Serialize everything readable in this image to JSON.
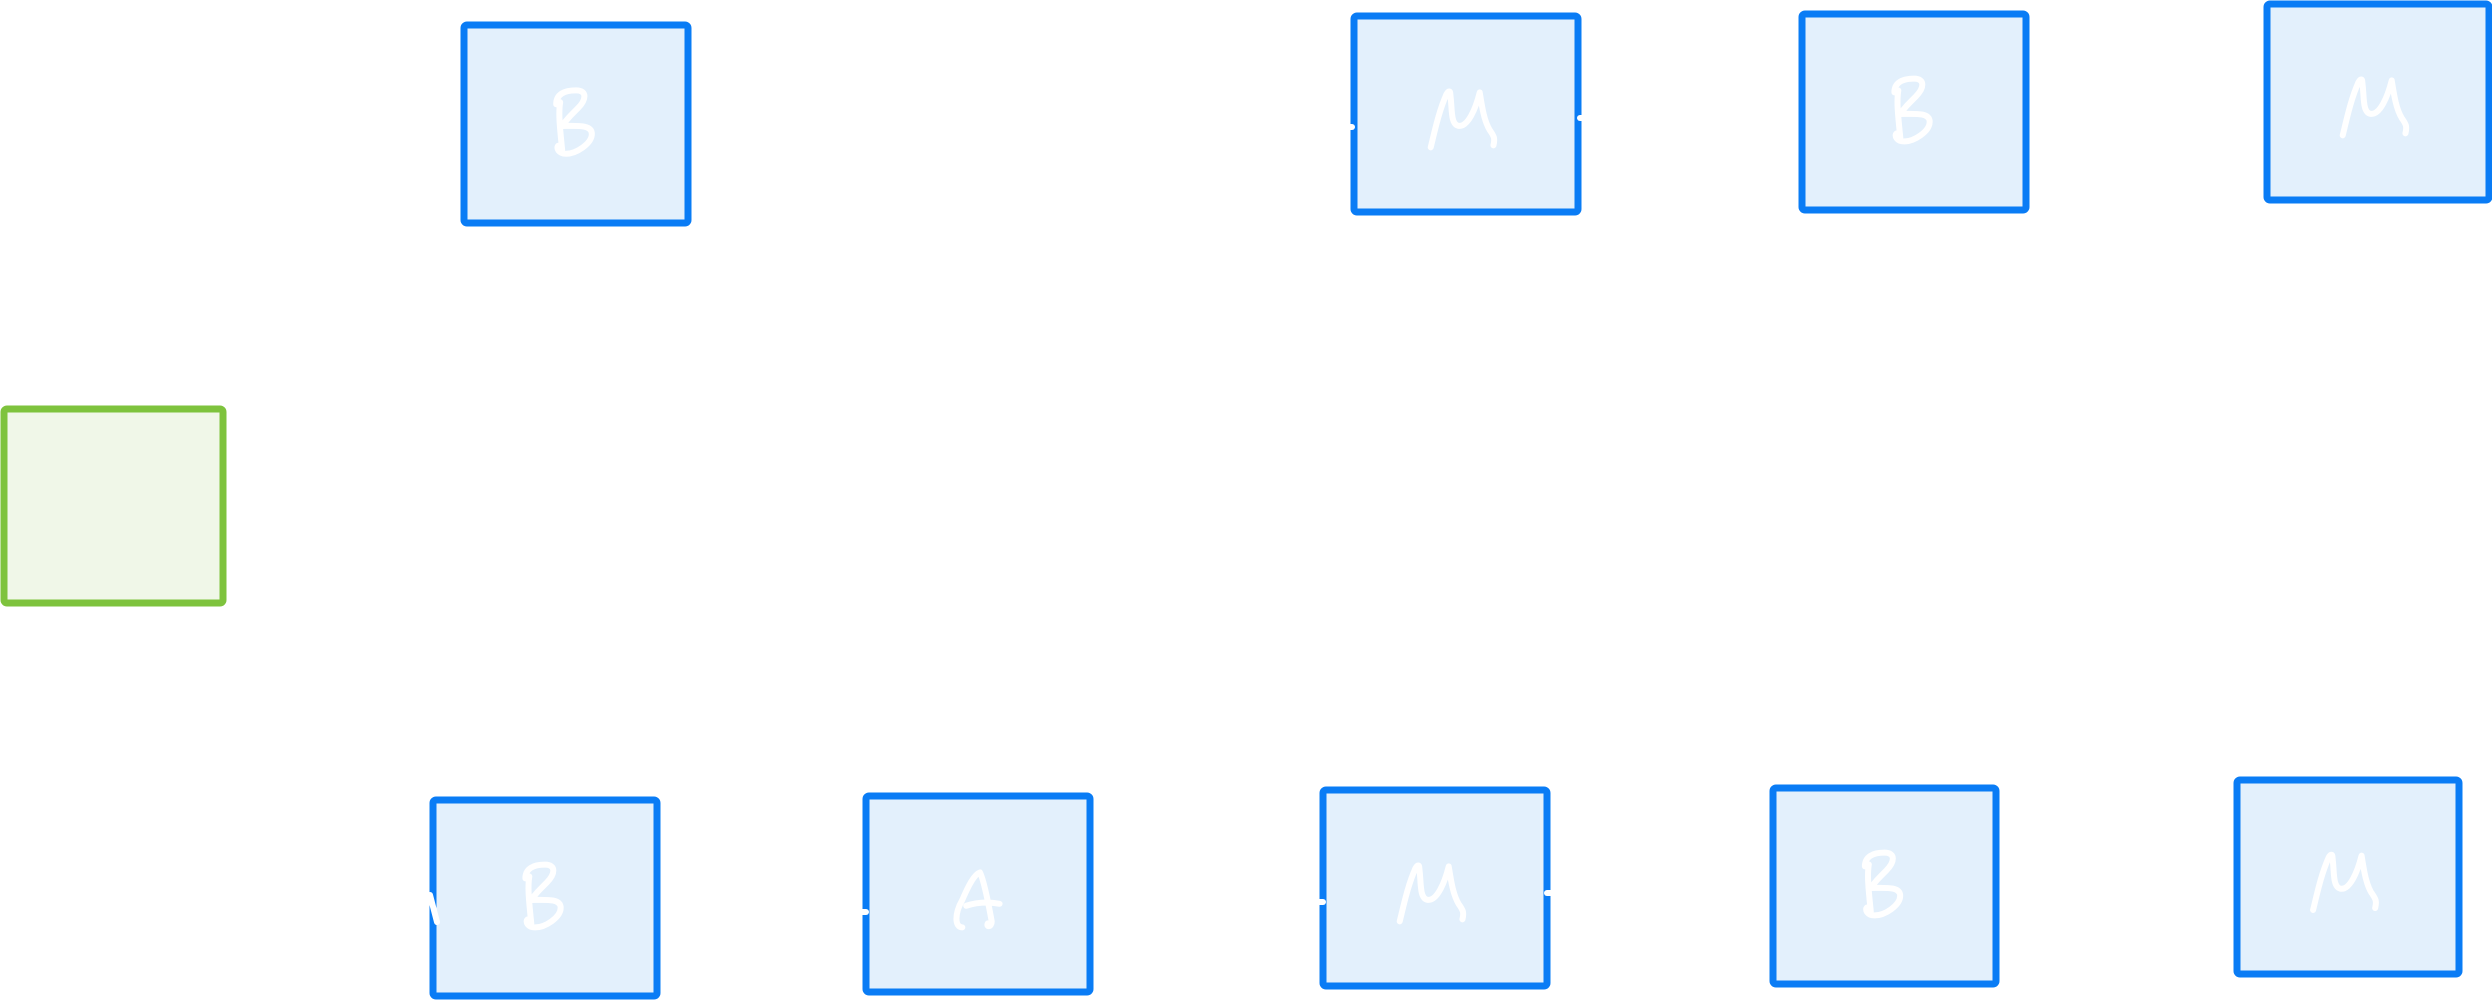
{
  "colors": {
    "blue_stroke": "#0a7cf5",
    "blue_fill": "#e3f0fc",
    "green_stroke": "#7ec33d",
    "green_fill": "#f0f7e8",
    "glyph": "#ffffff",
    "background": "#ffffff"
  },
  "nodes": [
    {
      "id": "top-1",
      "glyph": "B",
      "kind": "blue"
    },
    {
      "id": "top-2",
      "glyph": "M",
      "kind": "blue"
    },
    {
      "id": "top-3",
      "glyph": "B",
      "kind": "blue"
    },
    {
      "id": "top-4",
      "glyph": "M",
      "kind": "blue"
    },
    {
      "id": "left",
      "glyph": "",
      "kind": "green"
    },
    {
      "id": "bottom-1",
      "glyph": "B",
      "kind": "blue"
    },
    {
      "id": "bottom-2",
      "glyph": "A",
      "kind": "blue"
    },
    {
      "id": "bottom-3",
      "glyph": "M",
      "kind": "blue"
    },
    {
      "id": "bottom-4",
      "glyph": "B",
      "kind": "blue"
    },
    {
      "id": "bottom-5",
      "glyph": "M",
      "kind": "blue"
    }
  ]
}
